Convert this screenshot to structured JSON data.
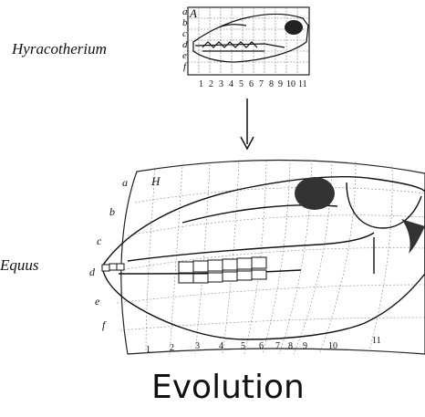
{
  "labels": {
    "top_species": "Hyracotherium",
    "bottom_species": "Equus",
    "caption": "Evolution"
  },
  "grid_top": {
    "figure_letter": "A",
    "row_letters": [
      "a",
      "b",
      "c",
      "d",
      "e",
      "f"
    ],
    "column_numbers": [
      "1",
      "2",
      "3",
      "4",
      "5",
      "6",
      "7",
      "8",
      "9",
      "10",
      "11"
    ]
  },
  "grid_bottom": {
    "figure_letter": "H",
    "row_letters": [
      "a",
      "b",
      "c",
      "d",
      "e",
      "f"
    ],
    "column_numbers": [
      "1",
      "2",
      "3",
      "4",
      "5",
      "6",
      "7",
      "8",
      "9",
      "10",
      "11"
    ],
    "arrow": "down-arrow"
  }
}
